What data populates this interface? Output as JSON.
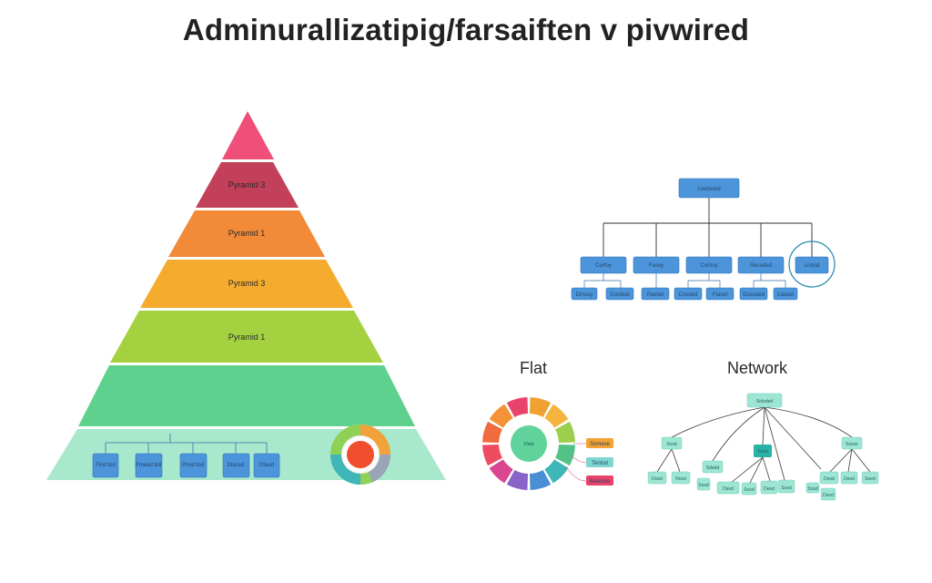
{
  "title": "Adminurallizatiрig/farsaiften v pivwired",
  "colors": {
    "apex": "#ef4f78",
    "layer1": "#c2405a",
    "layer2": "#f28a38",
    "layer3": "#f5ac2e",
    "layer4": "#a4d140",
    "layer5": "#5ed18e",
    "base": "#a8e8cc",
    "box_blue": "#4c95da",
    "box_teal": "#9ee6d4",
    "hub_teal": "#27b3a6"
  },
  "pyramid": {
    "layers": [
      "Pyramid 3",
      "Pyramid 1",
      "Pyramid 3",
      "Pyramid 1"
    ],
    "base_boxes": [
      "Flnd tod",
      "Pmead toll",
      "Pnod tod",
      "Dtased",
      "Dtaud"
    ]
  },
  "hierarchy": {
    "root": "Lowtsved",
    "level1": [
      "Corfoy",
      "Fasoy",
      "Corhsy",
      "Recoded",
      "Lrotod"
    ],
    "level2": [
      "Dmsoy",
      "Cordsel",
      "Pavsel",
      "Cosoed",
      "Flavel",
      "Dossoed",
      "Llased"
    ]
  },
  "flat": {
    "label": "Flat",
    "center": "Flatd",
    "tags": [
      "Someve",
      "Tentod",
      "Bearsve"
    ]
  },
  "network": {
    "label": "Network",
    "root": "Sotsded",
    "level1": [
      "Sosd",
      "Fsed",
      "Sosve"
    ],
    "leaves": [
      "Dosd",
      "Nosd",
      "Sdedd",
      "Sosd",
      "Desd",
      "Sosd",
      "Desd",
      "Sosd",
      "Desd",
      "Desd",
      "Soed",
      "Dsed",
      "Sosd"
    ]
  }
}
